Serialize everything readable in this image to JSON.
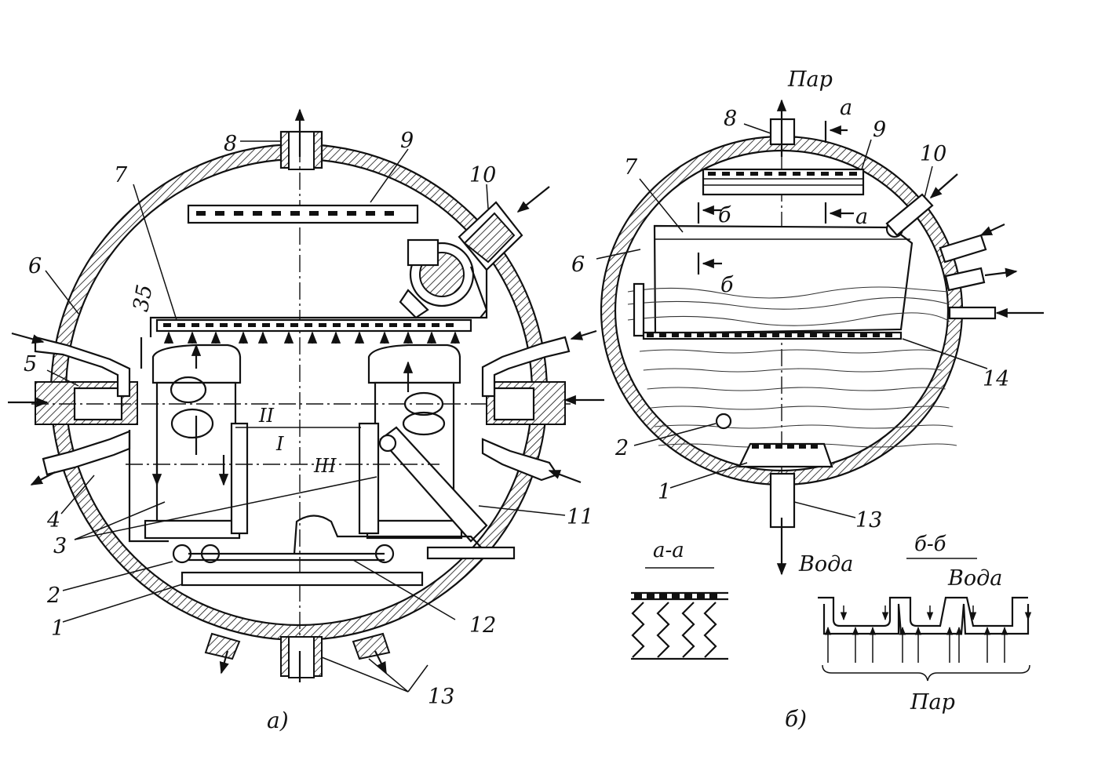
{
  "figure_a": {
    "caption": "а)",
    "labels": {
      "n1": "1",
      "n2": "2",
      "n3": "3",
      "n4": "4",
      "n5": "5",
      "n6": "6",
      "n7": "7",
      "n8": "8",
      "n9": "9",
      "n10": "10",
      "n11": "11",
      "n12": "12",
      "n13": "13",
      "n35": "35"
    },
    "levels": {
      "l1": "I",
      "l2": "II",
      "l3": "III"
    }
  },
  "figure_b": {
    "caption": "б)",
    "labels": {
      "n1": "1",
      "n2": "2",
      "n6": "6",
      "n7": "7",
      "n8": "8",
      "n9": "9",
      "n10": "10",
      "n13": "13",
      "n14": "14"
    },
    "steam_label": "Пар",
    "water_label": "Вода",
    "section_mark_a": "а",
    "section_mark_b": "б"
  },
  "section_aa": {
    "title": "а-а"
  },
  "section_bb": {
    "title": "б-б",
    "water_label": "Вода",
    "steam_label": "Пар"
  },
  "colors": {
    "ink": "#111111",
    "paper": "#ffffff"
  },
  "icons": [
    "arrow-icon",
    "hatch-pattern"
  ]
}
